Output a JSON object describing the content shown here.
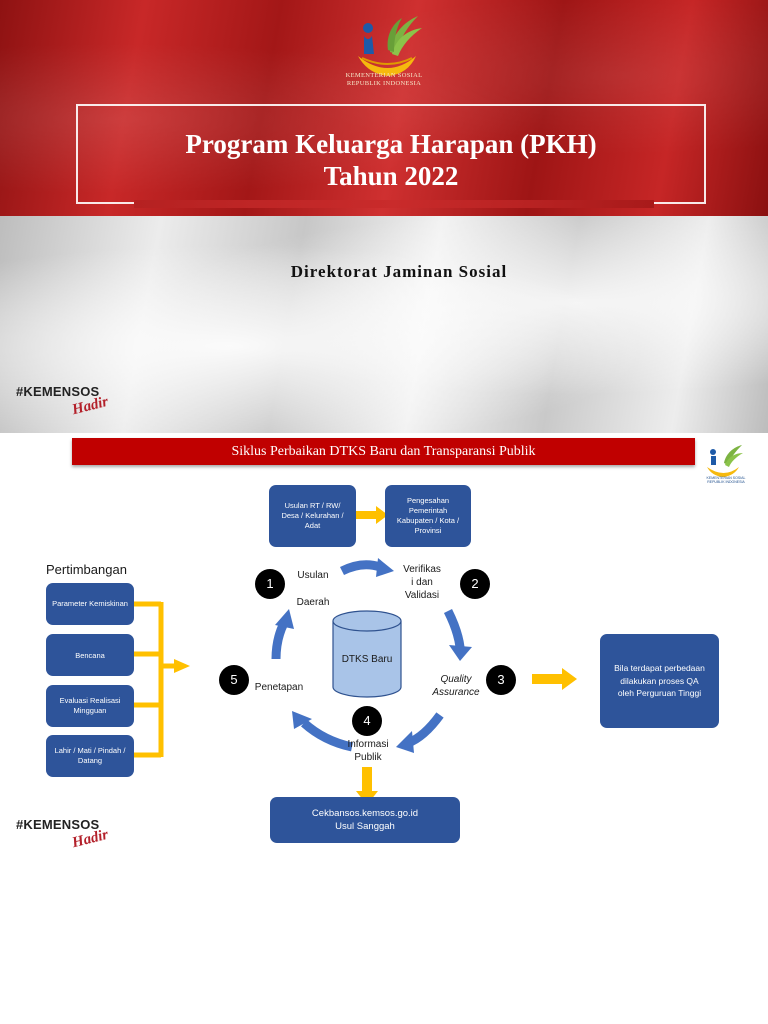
{
  "slide1": {
    "logo_text": [
      "KEMENTERIAN SOSIAL",
      "REPUBLIK INDONESIA"
    ],
    "title_line1": "Program Keluarga Harapan (PKH)",
    "title_line2": "Tahun 2022",
    "subtitle": "Direktorat Jaminan Sosial",
    "hashtag": "#KEMENSOS",
    "hashtag_script": "Hadir"
  },
  "slide2": {
    "header": "Siklus Perbaikan DTKS Baru dan Transparansi Publik",
    "logo_text": "KEMENTERIAN SOSIAL REPUBLIK INDONESIA",
    "pertimbangan_title": "Pertimbangan",
    "pertimbangan_items": [
      "Parameter Kemiskinan",
      "Bencana",
      "Evaluasi Realisasi Mingguan",
      "Lahir / Mati / Pindah / Datang"
    ],
    "box_usulan_rt": "Usulan RT / RW/ Desa / Kelurahan / Adat",
    "box_pengesahan": "Pengesahan Pemerintah Kabupaten / Kota / Provinsi",
    "steps": [
      {
        "num": "1",
        "label": "Usulan Daerah"
      },
      {
        "num": "2",
        "label": "Verifikasi dan Validasi"
      },
      {
        "num": "3",
        "label": "Quality Assurance"
      },
      {
        "num": "4",
        "label": "Informasi Publik"
      },
      {
        "num": "5",
        "label": "Penetapan"
      }
    ],
    "step1_line1": "Usulan",
    "step1_line2": "Daerah",
    "step2_line1": "Verifikas",
    "step2_line2": "i dan",
    "step2_line3": "Validasi",
    "step3_line1": "Quality",
    "step3_line2": "Assurance",
    "step4_line1": "Informasi",
    "step4_line2": "Publik",
    "database_label": "DTKS Baru",
    "box_qa_note": "Bila terdapat perbedaan dilakukan proses QA oleh Perguruan Tinggi",
    "box_cekbansos_line1": "Cekbansos.kemsos.go.id",
    "box_cekbansos_line2": "Usul Sanggah",
    "hashtag": "#KEMENSOS",
    "hashtag_script": "Hadir",
    "colors": {
      "box_blue": "#2e549a",
      "arrow_blue": "#4472c4",
      "arrow_gold": "#ffc000",
      "header_red": "#c00000"
    }
  }
}
